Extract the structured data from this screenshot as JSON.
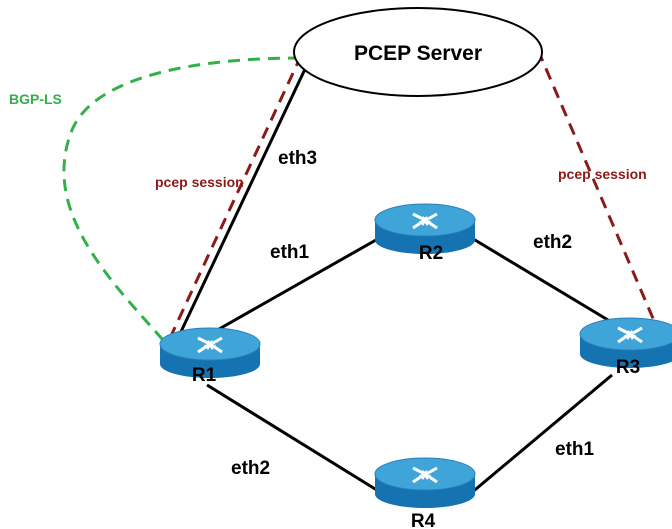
{
  "colors": {
    "link": "#000000",
    "pcep_session": "#8b1a1a",
    "bgp_ls": "#33b04a",
    "router_top": "#3fa5d8",
    "router_side": "#1673b2"
  },
  "server": {
    "label": "PCEP Server"
  },
  "routers": {
    "r1": {
      "label": "R1",
      "icon": "router-icon"
    },
    "r2": {
      "label": "R2",
      "icon": "router-icon"
    },
    "r3": {
      "label": "R3",
      "icon": "router-icon"
    },
    "r4": {
      "label": "R4",
      "icon": "router-icon"
    }
  },
  "links": {
    "r1_r2": "eth1",
    "r2_r3": "eth2",
    "r1_r4": "eth2",
    "r4_r3": "eth1",
    "r1_server": "eth3"
  },
  "sessions": {
    "left": "pcep session",
    "right": "pcep session",
    "bgp": "BGP-LS"
  }
}
